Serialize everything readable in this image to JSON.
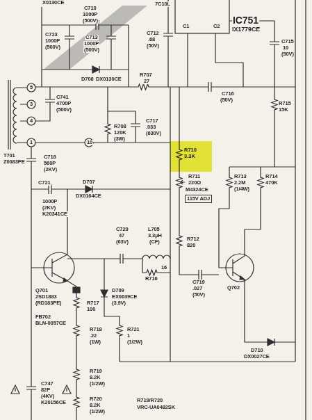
{
  "diagram": {
    "nodes": [
      {
        "text": [
          "R710",
          "3.3K"
        ]
      }
    ],
    "labels": [
      "X0130CE",
      "C710",
      "1000P",
      "(500V)",
      "C723",
      "1000P",
      "(500V)",
      "C713",
      "1000P",
      "(500V)",
      "C712",
      ".68",
      "(50V)",
      "7C10L",
      "C1",
      "C2",
      "IC751",
      "IX1779CE",
      "C715",
      "10",
      "(50V)",
      "C741",
      "4700P",
      "(500V)",
      "D708",
      "DX0130CE",
      "R707",
      "27",
      "C716",
      "(50V)",
      "R715",
      "15K",
      "5",
      "3",
      "4",
      "1",
      "10",
      "R708",
      "120K",
      "(3W)",
      "C717",
      ".033",
      "(630V)",
      "T701",
      "Z0083PE",
      "C718",
      "560P",
      "(2KV)",
      "D707",
      "DX0164CE",
      "R711",
      "220Ω",
      "M4324CE",
      "115V ADJ",
      "R713",
      "2.2M",
      "(1/4W)",
      "R714",
      "470K",
      "C721",
      "1000P",
      "(2KV)",
      "K20341CE",
      "C720",
      "47",
      "(63V)",
      "L705",
      "3.3μH",
      "(CF)",
      "R712",
      "820",
      "C719",
      ".027",
      "(50V)",
      "Q702",
      "Q701",
      "2SD1883",
      "(RD183PE)",
      "FB702",
      "BLN-0057CE",
      "R716",
      "16",
      "D709",
      "EX0639CE",
      "(3.9V)",
      "R717",
      "100",
      "R718",
      ".22",
      "(1W)",
      "R721",
      "1",
      "(1/2W)",
      "D710",
      "DX0027CE",
      "R719",
      "8.2K",
      "(1/2W)",
      "C747",
      "82P",
      "(4KV)",
      "K20156CE",
      "R720",
      "8.2K",
      "(1/2W)",
      "R719/R720",
      "VRC-UA0482SK"
    ]
  }
}
